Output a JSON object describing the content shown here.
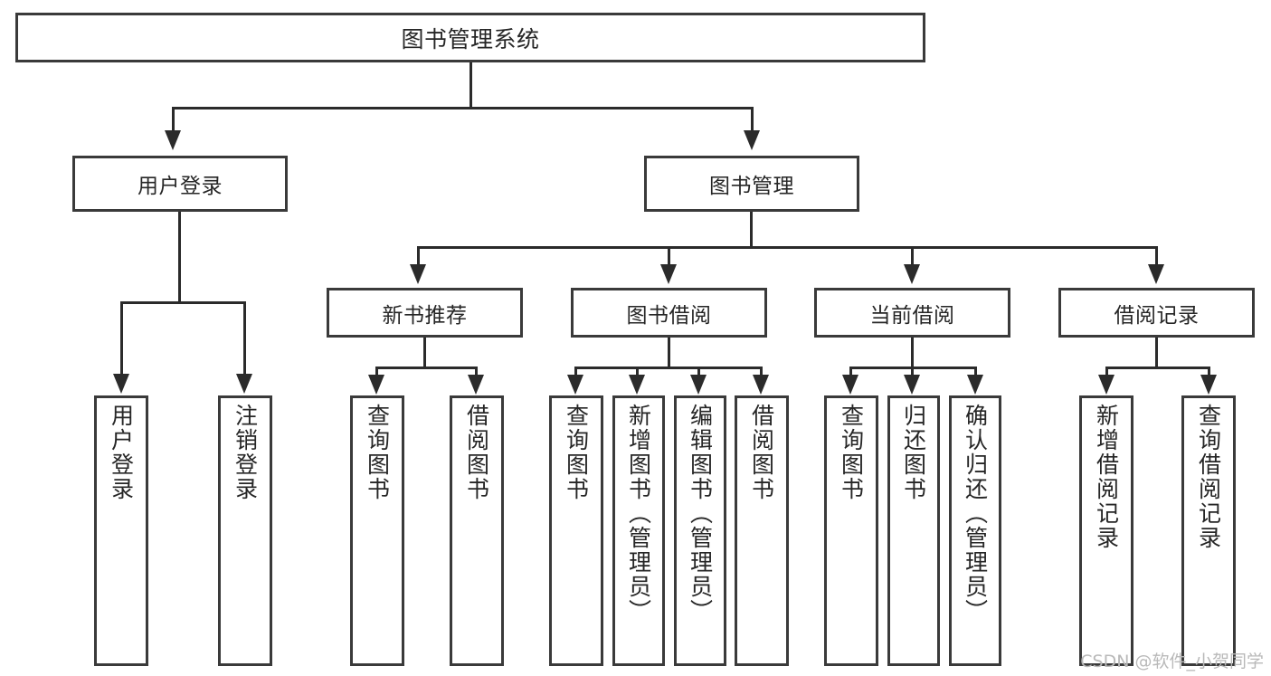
{
  "diagram": {
    "title": "图书管理系统",
    "type": "tree",
    "background_color": "#ffffff",
    "box_border_color": "#3a3a3a",
    "line_color": "#2b2b2b",
    "text_color": "#262626"
  },
  "root": {
    "label": "图书管理系统"
  },
  "level1": [
    {
      "label": "用户登录"
    },
    {
      "label": "图书管理"
    }
  ],
  "level2": [
    {
      "label": "新书推荐"
    },
    {
      "label": "图书借阅"
    },
    {
      "label": "当前借阅"
    },
    {
      "label": "借阅记录"
    }
  ],
  "leaves": {
    "user_login": [
      {
        "label": "用户登录"
      },
      {
        "label": "注销登录"
      }
    ],
    "new_book_recommend": [
      {
        "label": "查询图书"
      },
      {
        "label": "借阅图书"
      }
    ],
    "book_borrow": [
      {
        "label": "查询图书"
      },
      {
        "label": "新增图书（管理员）"
      },
      {
        "label": "编辑图书（管理员）"
      },
      {
        "label": "借阅图书"
      }
    ],
    "current_borrow": [
      {
        "label": "查询图书"
      },
      {
        "label": "归还图书"
      },
      {
        "label": "确认归还（管理员）"
      }
    ],
    "borrow_record": [
      {
        "label": "新增借阅记录"
      },
      {
        "label": "查询借阅记录"
      }
    ]
  },
  "watermark": {
    "text": "CSDN @软件_小贺同学"
  }
}
